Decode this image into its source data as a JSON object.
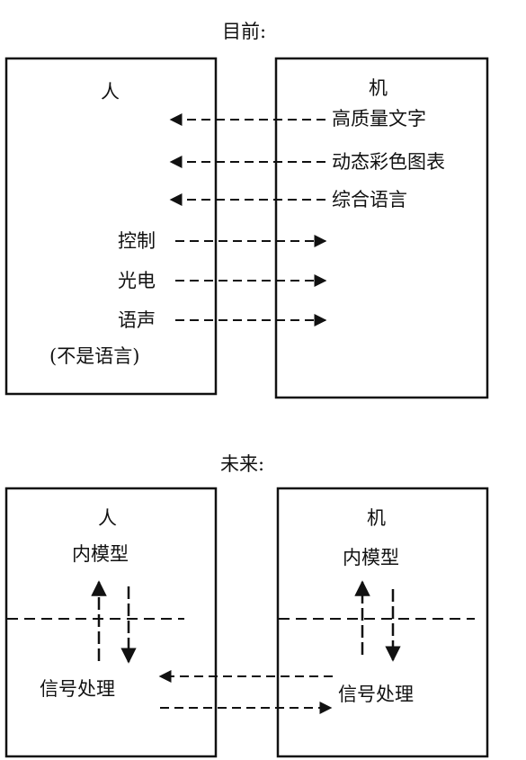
{
  "current": {
    "title": "目前:",
    "human_label": "人",
    "machine_label": "机",
    "machine_to_human": [
      "高质量文字",
      "动态彩色图表",
      "综合语言"
    ],
    "human_to_machine": [
      "控制",
      "光电",
      "语声"
    ],
    "human_note": "(不是语言)"
  },
  "future": {
    "title": "未来:",
    "human_label": "人",
    "human_model": "内模型",
    "human_processing": "信号处理",
    "machine_label": "机",
    "machine_model": "内模型",
    "machine_processing": "信号处理"
  }
}
